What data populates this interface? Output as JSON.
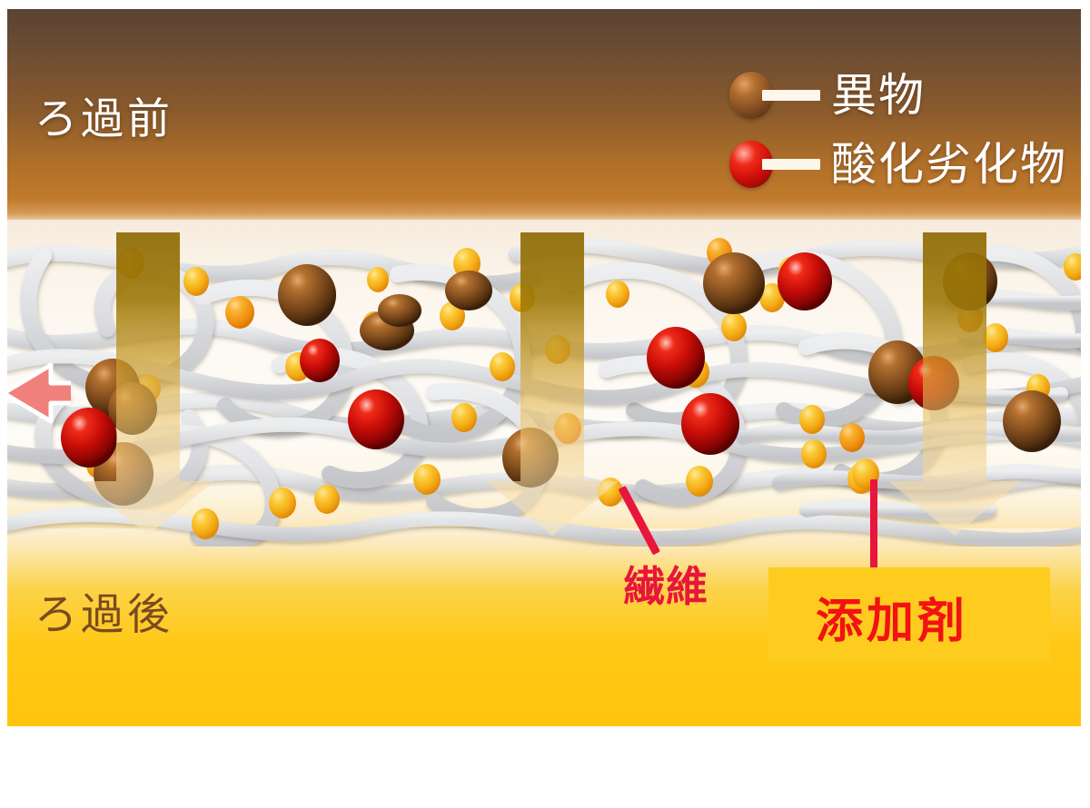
{
  "diagram": {
    "title_before": "ろ過前",
    "title_after": "ろ過後",
    "colors": {
      "band_top_dark": "#5b4331",
      "band_top_light": "#c07a2b",
      "band_mid": "#fdfaf4",
      "band_bottom": "#ffc40d",
      "fiber": "#d9dadd",
      "particle_foreign": "#8c5324",
      "particle_oxidized": "#cf0f0a",
      "particle_additive": "#f6b819",
      "annotation_red": "#e8153c",
      "additive_label_red": "#f21212",
      "additive_box": "#fdcc1f",
      "arrow_top": "#9c7506",
      "arrow_bottom": "#fbe0a8"
    }
  },
  "legend": {
    "items": [
      {
        "icon": "brown-sphere-icon",
        "label": "異物",
        "color": "#8c5324"
      },
      {
        "icon": "red-sphere-icon",
        "label": "酸化劣化物",
        "color": "#cf0f0a"
      }
    ]
  },
  "annotations": {
    "fiber": {
      "label": "繊維",
      "color": "#e8153c"
    },
    "additive": {
      "label": "添加剤",
      "color": "#f21212"
    }
  },
  "chart_data": {
    "type": "diagram",
    "title": "ろ過前 / ろ過後",
    "description": "Filtration schematic: contaminated fluid flows downward through a fiber mesh",
    "zones": [
      {
        "name": "ろ過前",
        "region": "top",
        "color": "#6a4c33"
      },
      {
        "name": "fiber-mesh",
        "region": "middle",
        "color": "#d9dadd"
      },
      {
        "name": "ろ過後",
        "region": "bottom",
        "color": "#ffc40d"
      }
    ],
    "flow_arrows": 3,
    "particle_types": [
      {
        "name": "異物",
        "color": "#8c5324",
        "size": "large",
        "count": 11
      },
      {
        "name": "酸化劣化物",
        "color": "#cf0f0a",
        "size": "large",
        "count": 7
      },
      {
        "name": "添加剤",
        "color": "#f6b819",
        "size": "small",
        "count": 38
      }
    ]
  }
}
